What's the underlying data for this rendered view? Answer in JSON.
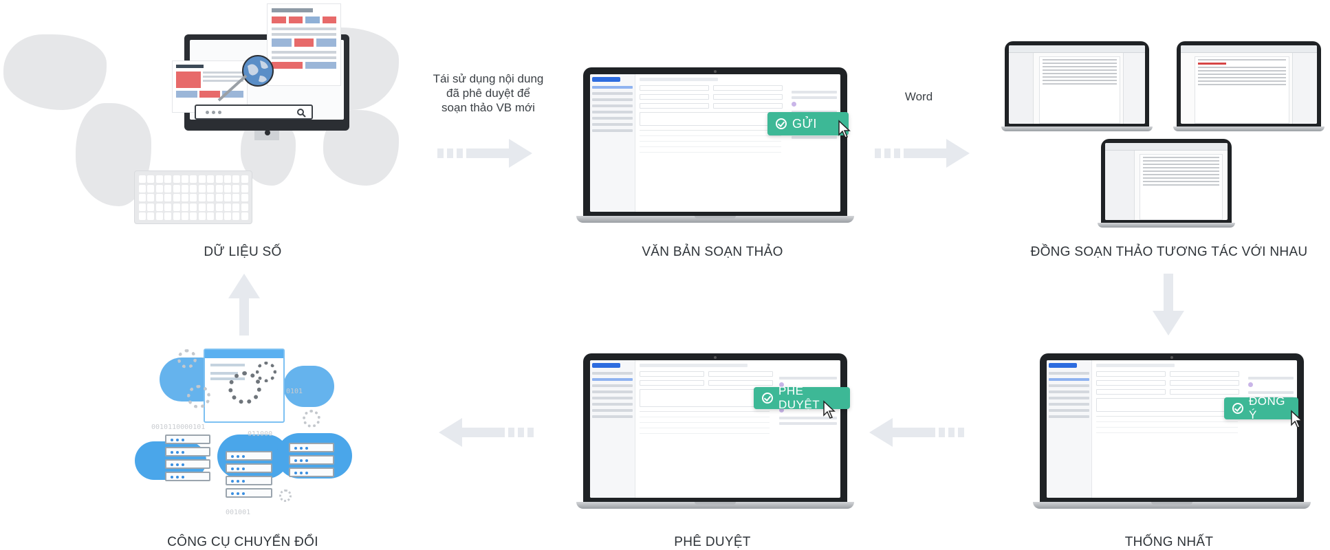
{
  "captions": {
    "digital_data": "DỮ LIỆU SỐ",
    "drafting": "VĂN BẢN SOẠN THẢO",
    "co_drafting": "ĐỒNG SOẠN THẢO TƯƠNG TÁC VỚI NHAU",
    "converter": "CÔNG CỤ CHUYỂN ĐỔI",
    "approval": "PHÊ DUYỆT",
    "agreement": "THỐNG NHẤT"
  },
  "notes": {
    "reuse_line1": "Tái sử dụng nội dung",
    "reuse_line2": "đã phê duyệt để",
    "reuse_line3": "soạn thảo VB mới",
    "word": "Word"
  },
  "buttons": {
    "send": "GỬI",
    "approve": "PHÊ DUYỆT",
    "agree": "ĐỒNG Ý"
  },
  "bits": {
    "b1": "0101",
    "b2": "0010110000101",
    "b3": "011000",
    "b4": "001001"
  },
  "colors": {
    "action_green": "#3db896",
    "arrow_gray": "#e6e9ee",
    "cloud_blue": "#4aa6ea",
    "caption_text": "#2e3338"
  },
  "icons": [
    "arrow-right-icon",
    "arrow-down-icon",
    "arrow-left-icon",
    "arrow-up-icon",
    "check-circle-icon",
    "cursor-icon",
    "gear-icon",
    "globe-icon",
    "cloud-icon",
    "server-icon"
  ]
}
